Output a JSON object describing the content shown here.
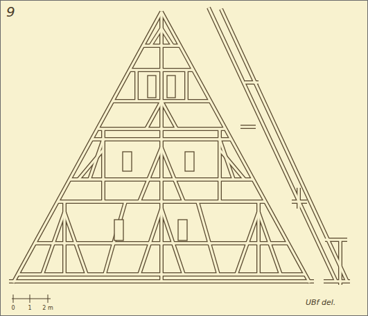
{
  "diagram": {
    "labels": [
      "9",
      "0",
      "1",
      "2 m",
      "UBf del."
    ]
  }
}
